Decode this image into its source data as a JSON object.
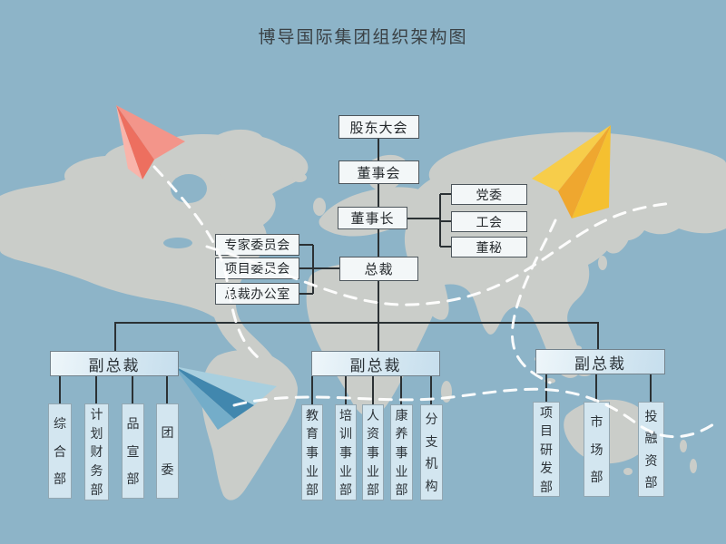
{
  "title": "博导国际集团组织架构图",
  "org": {
    "chain": [
      {
        "label": "股东大会"
      },
      {
        "label": "董事会"
      },
      {
        "label": "董事长"
      },
      {
        "label": "总裁"
      }
    ],
    "chairman_side": [
      "党委",
      "工会",
      "董秘"
    ],
    "president_side": [
      "专家委员会",
      "项目委员会",
      "总裁办公室"
    ],
    "vp_groups": [
      {
        "label": "副总裁",
        "children": [
          "综合部",
          "计划财务部",
          "品宣部",
          "团委"
        ]
      },
      {
        "label": "副总裁",
        "children": [
          "教育事业部",
          "培训事业部",
          "人资事业部",
          "康养事业部",
          "分支机构"
        ]
      },
      {
        "label": "副总裁",
        "children": [
          "项目研发部",
          "市场部",
          "投融资部"
        ]
      }
    ]
  },
  "decor": {
    "planes": [
      {
        "name": "red-paper-plane",
        "color": "#ee7b6c"
      },
      {
        "name": "yellow-paper-plane",
        "color": "#f5c840"
      },
      {
        "name": "blue-paper-plane",
        "color": "#5e9fc2"
      }
    ],
    "trail_color": "#ffffff"
  },
  "colors": {
    "ocean": "#8db4c8",
    "land": "#cacdc9",
    "node_fill": "#f3f7f8",
    "vp_fill": "#cfe4f0",
    "child_fill": "#d3e6f0",
    "line": "#2b3134",
    "text": "#2c3338"
  }
}
